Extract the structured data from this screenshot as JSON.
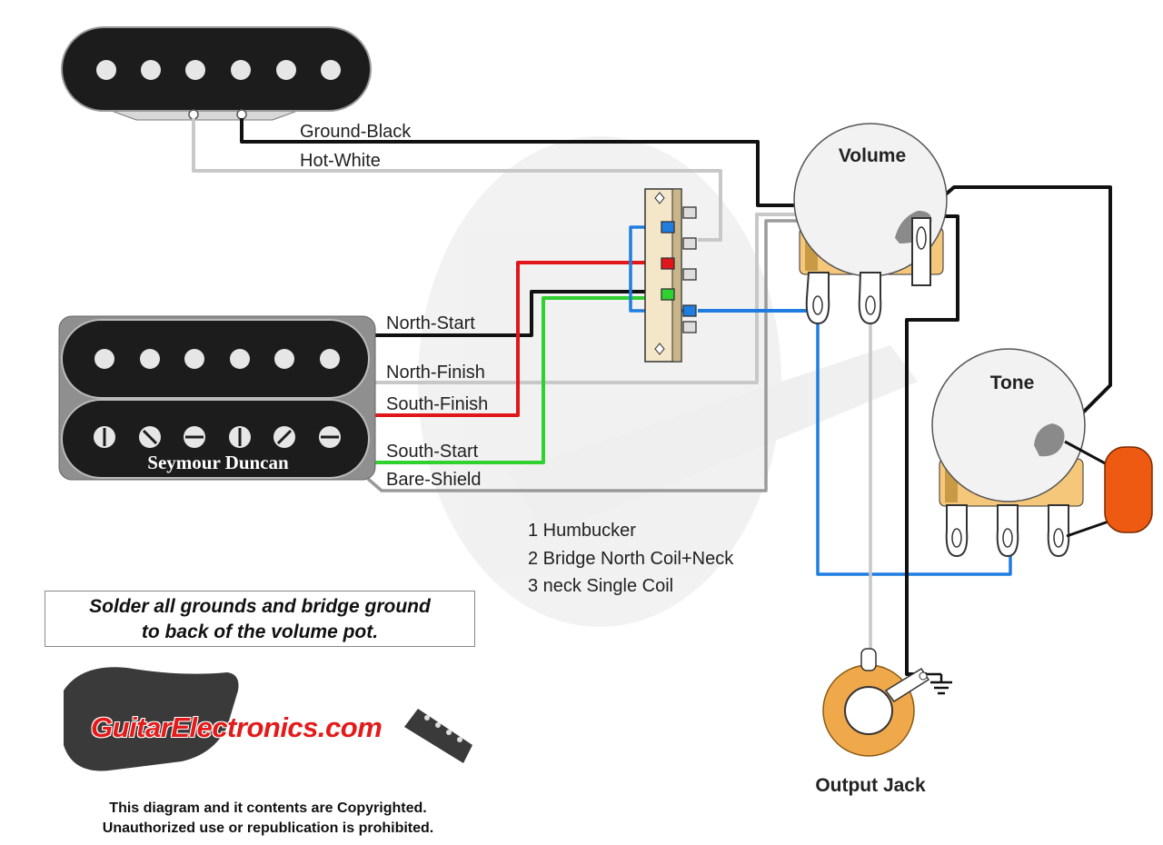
{
  "labels": {
    "ground_black": "Ground-Black",
    "hot_white": "Hot-White",
    "north_start": "North-Start",
    "north_finish": "North-Finish",
    "south_finish": "South-Finish",
    "south_start": "South-Start",
    "bare_shield": "Bare-Shield",
    "volume": "Volume",
    "tone": "Tone",
    "output_jack": "Output Jack",
    "humbucker_brand": "Seymour Duncan"
  },
  "switch_positions": [
    "1 Humbucker",
    "2 Bridge North Coil+Neck",
    "3 neck Single Coil"
  ],
  "note": {
    "line1": "Solder all grounds and bridge ground",
    "line2": "to back of the volume pot."
  },
  "logo": {
    "text": "GuitarElectronics.com"
  },
  "copyright": {
    "line1": "This diagram and it contents are Copyrighted.",
    "line2": "Unauthorized use or republication is prohibited."
  },
  "colors": {
    "black_wire": "#111111",
    "white_wire": "#c8c8c8",
    "red_wire": "#e0161b",
    "green_wire": "#2fd12f",
    "blue_wire": "#1f7de0",
    "shield_wire": "#8a8a8a",
    "pot_body": "#f2f2f2",
    "pot_base": "#f4c77a",
    "jack_ring": "#f0a94a",
    "capacitor": "#ee5a12",
    "logo_red": "#e31b1b"
  }
}
